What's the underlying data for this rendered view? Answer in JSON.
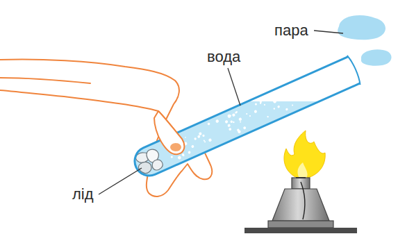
{
  "diagram": {
    "labels": [
      "пара",
      "вода",
      "лід"
    ]
  }
}
